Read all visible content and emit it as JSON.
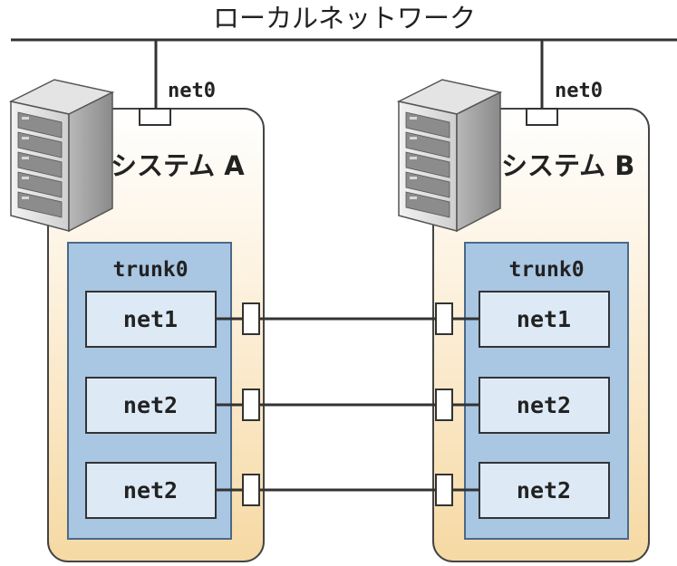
{
  "network": {
    "label": "ローカルネットワーク"
  },
  "systems": [
    {
      "label": "システム A",
      "uplink": "net0",
      "aggregation": "trunk0",
      "interfaces": [
        "net1",
        "net2",
        "net2"
      ]
    },
    {
      "label": "システム B",
      "uplink": "net0",
      "aggregation": "trunk0",
      "interfaces": [
        "net1",
        "net2",
        "net2"
      ]
    }
  ],
  "colors": {
    "system_fill_top": "#ffffff",
    "system_fill_bottom": "#f6d9a3",
    "system_border": "#444444",
    "trunk_fill": "#a9c6e3",
    "trunk_border": "#4a6a8a",
    "iface_fill": "#ddeaf6",
    "line": "#333333"
  },
  "icons": {
    "server": "server-rack-icon",
    "port": "port-icon"
  }
}
